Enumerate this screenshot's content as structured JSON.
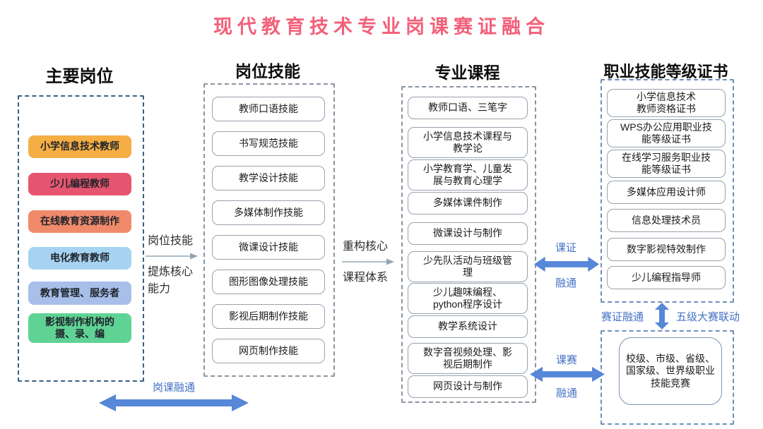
{
  "title": "现代教育技术专业岗课赛证融合",
  "colors": {
    "title_pink": "#F2607A",
    "arrow_blue": "#5687D8",
    "blue_text": "#4472C4",
    "thin_arrow_gray": "#94a5b4"
  },
  "columns": {
    "positions": {
      "header": "主要岗位",
      "items": [
        {
          "label": "小学信息技术教师",
          "color": "#F5AE44"
        },
        {
          "label": "少儿编程教师",
          "color": "#E6556F"
        },
        {
          "label": "在线教育资源制作",
          "color": "#F08A6B"
        },
        {
          "label": "电化教育教师",
          "color": "#A6D3F2"
        },
        {
          "label": "教育管理、服务者",
          "color": "#A7BFE9"
        },
        {
          "label": "影视制作机构的\n摄、录、编",
          "color": "#5FD394"
        }
      ]
    },
    "skills": {
      "header": "岗位技能",
      "items": [
        "教师口语技能",
        "书写规范技能",
        "教学设计技能",
        "多媒体制作技能",
        "微课设计技能",
        "图形图像处理技能",
        "影视后期制作技能",
        "网页制作技能"
      ]
    },
    "courses": {
      "header": "专业课程",
      "items": [
        "教师口语、三笔字",
        "小学信息技术课程与\n教学论",
        "小学教育学、儿童发\n展与教育心理学",
        "多媒体课件制作",
        "微课设计与制作",
        "少先队活动与班级管\n理",
        "少儿趣味编程、\npython程序设计",
        "教学系统设计",
        "数字音视频处理、影\n视后期制作",
        "网页设计与制作"
      ]
    },
    "certificates": {
      "header": "职业技能等级证书",
      "items": [
        "小学信息技术\n教师资格证书",
        "WPS办公应用职业技\n能等级证书",
        "在线学习服务职业技\n能等级证书",
        "多媒体应用设计师",
        "信息处理技术员",
        "数字影视特效制作",
        "少儿编程指导师"
      ]
    }
  },
  "connectors": {
    "extract": {
      "top": "岗位技能",
      "bottom": "提炼核心\n能力"
    },
    "rebuild": {
      "top": "重构核心",
      "bottom": "课程体系"
    },
    "course_cert": {
      "top": "课证",
      "bottom": "融通"
    },
    "course_competition": {
      "top": "课赛",
      "bottom": "融通"
    },
    "post_course": "岗课融通",
    "competition_cert": "赛证融通",
    "five_level": "五级大赛联动"
  },
  "competition": {
    "label": "校级、市级、省级、\n国家级、世界级职业\n技能竞赛"
  }
}
